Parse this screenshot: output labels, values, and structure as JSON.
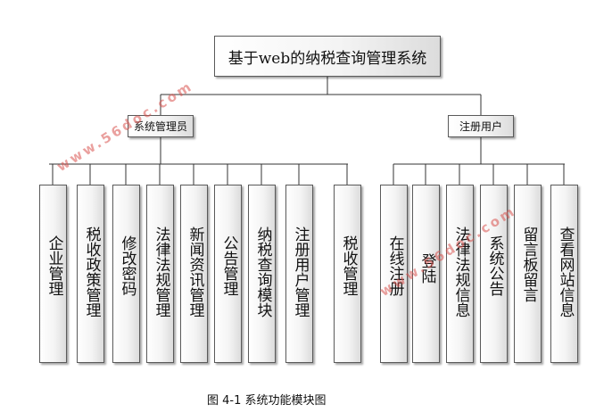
{
  "root": {
    "label": "基于web的纳税查询管理系统"
  },
  "groups": [
    {
      "label": "系统管理员",
      "children": [
        "企业管理",
        "税收政策管理",
        "修改密码",
        "法律法规管理",
        "新闻资讯管理",
        "公告管理",
        "纳税查询模块",
        "注册用户管理",
        "税收管理"
      ]
    },
    {
      "label": "注册用户",
      "children": [
        "在线注册",
        "登陆",
        "法律法规信息",
        "系统公告",
        "留言板留言",
        "查看网站信息"
      ]
    }
  ],
  "watermark": "www.56doc.com",
  "caption": "图 4-1  系统功能模块图"
}
